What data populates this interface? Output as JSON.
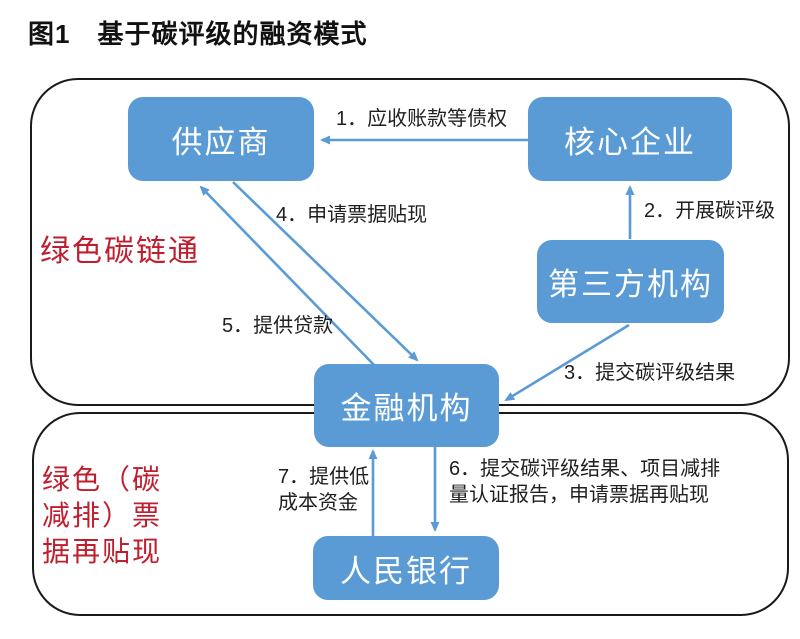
{
  "figure_title": "图1　基于碳评级的融资模式",
  "colors": {
    "node_fill": "#5b9bd5",
    "arrow": "#5b9bd5",
    "container_border": "#1a1a1a",
    "region_label_red": "#bf1e2e",
    "node_text": "#ffffff",
    "edge_label_text": "#1f1f1f",
    "background": "#ffffff"
  },
  "nodes": {
    "supplier": "供应商",
    "core_enterprise": "核心企业",
    "third_party": "第三方机构",
    "financial_institution": "金融机构",
    "peoples_bank": "人民银行"
  },
  "regions": {
    "top": {
      "label": "绿色碳链通"
    },
    "bottom": {
      "lines": [
        "绿色（碳",
        "减排）票",
        "据再贴现"
      ]
    }
  },
  "edges": {
    "e1": {
      "label": "1．应收账款等债权",
      "from": "核心企业",
      "to": "供应商"
    },
    "e2": {
      "label": "2．开展碳评级",
      "from": "第三方机构",
      "to": "核心企业"
    },
    "e3": {
      "label": "3．提交碳评级结果",
      "from": "第三方机构",
      "to": "金融机构"
    },
    "e4": {
      "label": "4．申请票据贴现",
      "from": "供应商",
      "to": "金融机构"
    },
    "e5": {
      "label": "5．提供贷款",
      "from": "金融机构",
      "to": "供应商"
    },
    "e6": {
      "lines": [
        "6．提交碳评级结果、项目减排",
        "量认证报告，申请票据再贴现"
      ],
      "from": "金融机构",
      "to": "人民银行"
    },
    "e7": {
      "lines": [
        "7．提供低",
        "成本资金"
      ],
      "from": "人民银行",
      "to": "金融机构"
    }
  }
}
